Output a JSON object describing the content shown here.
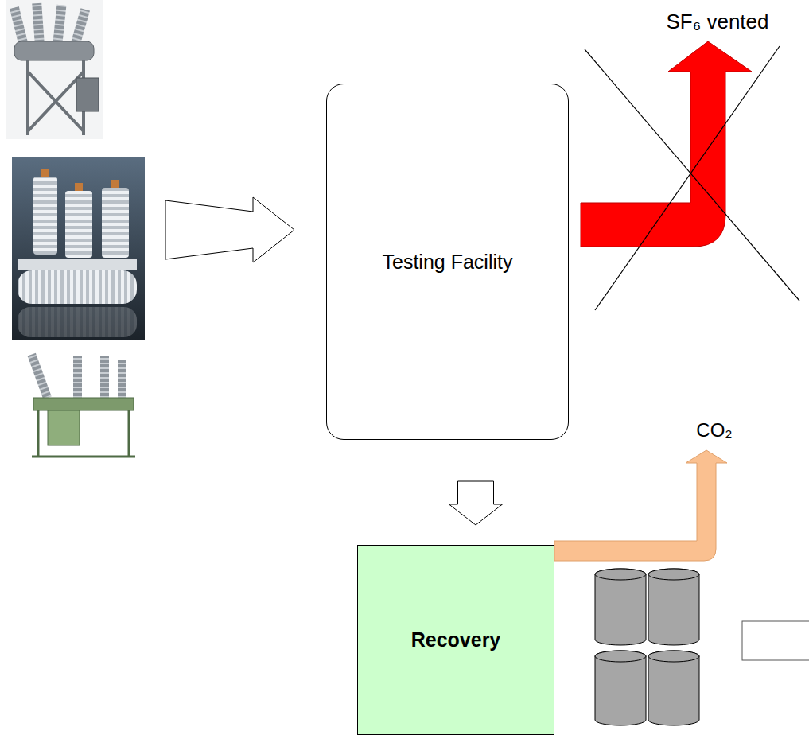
{
  "diagram": {
    "nodes": [
      {
        "text": [
          "Testing Facility"
        ]
      },
      {
        "text": [
          "Recovery"
        ]
      }
    ],
    "edges": [
      {
        "from": 0,
        "to": 1,
        "arrow": "to"
      }
    ],
    "labels": [
      "SF₆ vented",
      "CO₂"
    ]
  }
}
